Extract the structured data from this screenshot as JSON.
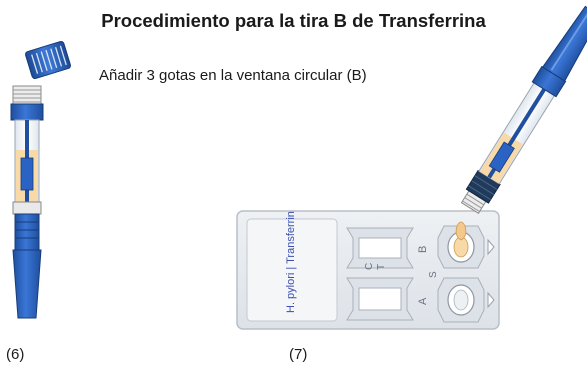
{
  "title": "Procedimiento para la tira B de Transferrina",
  "instruction": "Añadir 3 gotas en la ventana circular (B)",
  "steps": [
    {
      "label": "(6)"
    },
    {
      "label": "(7)"
    }
  ],
  "cassette": {
    "brand_text": "H. pylori | Transferrin",
    "window_top_label": "B",
    "window_bottom_label": "A",
    "line_c": "C",
    "line_t": "T",
    "well_label": "S"
  },
  "colors": {
    "tube_blue": "#2b63c4",
    "tube_dark_blue": "#1f4f9e",
    "sample_fluid": "#f8d9a8",
    "cassette_body": "#e8ebef",
    "cassette_border": "#b9bfc8",
    "brand_text": "#3b4fb0"
  },
  "icons": [
    "cap-icon",
    "collection-tube-icon",
    "dropper-tube-icon",
    "test-cassette-icon",
    "drop-icon"
  ]
}
